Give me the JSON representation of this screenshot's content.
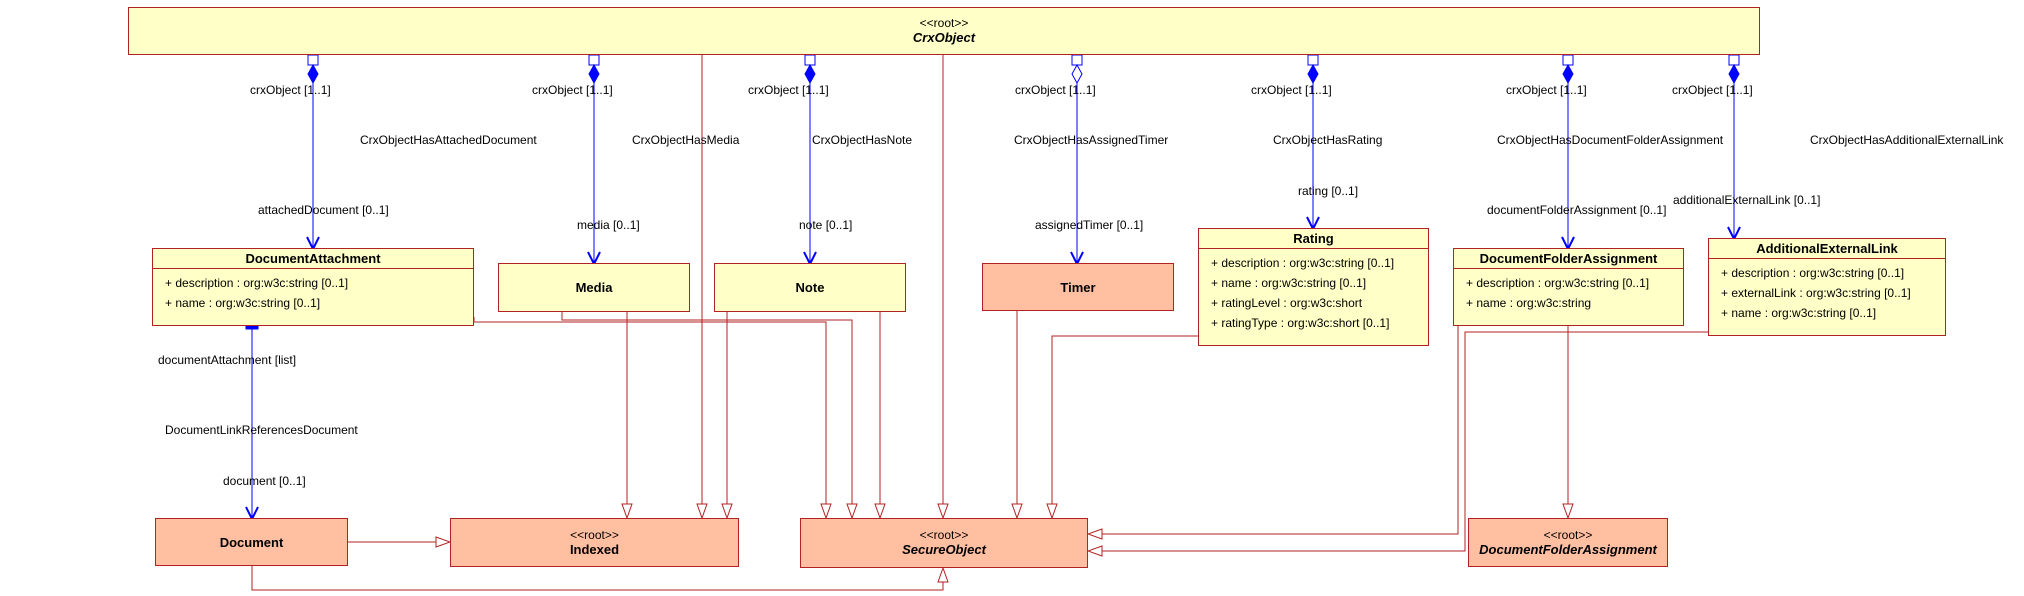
{
  "classes": {
    "crxobject": {
      "stereotype": "<<root>>",
      "name": "CrxObject"
    },
    "documentattachment": {
      "name": "DocumentAttachment",
      "attributes": [
        "+ description : org:w3c:string [0..1]",
        "+ name : org:w3c:string [0..1]"
      ]
    },
    "media": {
      "name": "Media"
    },
    "note": {
      "name": "Note"
    },
    "timer": {
      "name": "Timer"
    },
    "rating": {
      "name": "Rating",
      "attributes": [
        "+ description : org:w3c:string [0..1]",
        "+ name : org:w3c:string [0..1]",
        "+ ratingLevel : org:w3c:short",
        "+ ratingType : org:w3c:short [0..1]"
      ]
    },
    "documentfolderassignment": {
      "name": "DocumentFolderAssignment",
      "attributes": [
        "+ description : org:w3c:string [0..1]",
        "+ name : org:w3c:string"
      ]
    },
    "additionalexternallink": {
      "name": "AdditionalExternalLink",
      "attributes": [
        "+ description : org:w3c:string [0..1]",
        "+ externalLink : org:w3c:string [0..1]",
        "+ name : org:w3c:string [0..1]"
      ]
    },
    "document": {
      "name": "Document"
    },
    "indexed": {
      "stereotype": "<<root>>",
      "name": "Indexed"
    },
    "secureobject": {
      "stereotype": "<<root>>",
      "name": "SecureObject"
    },
    "dfa_root": {
      "stereotype": "<<root>>",
      "name": "DocumentFolderAssignment"
    }
  },
  "labels": {
    "crx1": "crxObject [1..1]",
    "crx2": "crxObject [1..1]",
    "crx3": "crxObject [1..1]",
    "crx4": "crxObject [1..1]",
    "crx5": "crxObject [1..1]",
    "crx6": "crxObject [1..1]",
    "crx7": "crxObject [1..1]",
    "assoc_attached": "CrxObjectHasAttachedDocument",
    "assoc_media": "CrxObjectHasMedia",
    "assoc_note": "CrxObjectHasNote",
    "assoc_timer": "CrxObjectHasAssignedTimer",
    "assoc_rating": "CrxObjectHasRating",
    "assoc_dfa": "CrxObjectHasDocumentFolderAssignment",
    "assoc_ael": "CrxObjectHasAdditionalExternalLink",
    "role_attached": "attachedDocument [0..1]",
    "role_media": "media [0..1]",
    "role_note": "note [0..1]",
    "role_timer": "assignedTimer [0..1]",
    "role_rating": "rating [0..1]",
    "role_dfa": "documentFolderAssignment [0..1]",
    "role_ael": "additionalExternalLink [0..1]",
    "role_docattach": "documentAttachment [list]",
    "assoc_doclink": "DocumentLinkReferencesDocument",
    "role_document": "document [0..1]"
  },
  "colors": {
    "association": "#0000ff",
    "generalization": "#b22222",
    "class_fill": "#ffffc8",
    "class_fill_root": "#ffbfa0"
  }
}
